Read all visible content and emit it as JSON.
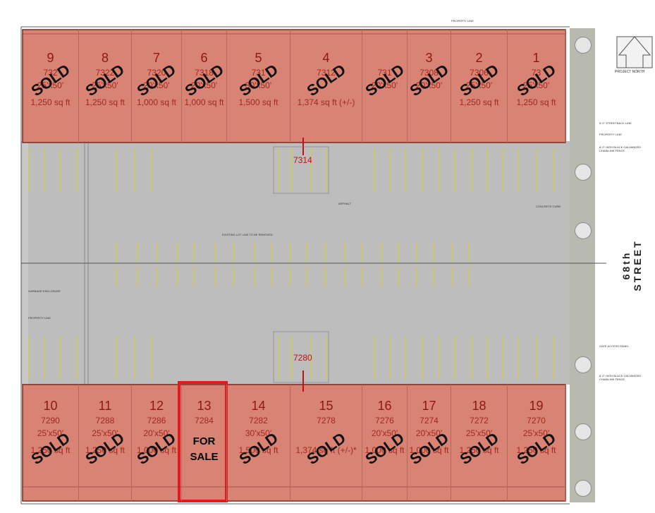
{
  "top_units": [
    {
      "unit": "9",
      "addr": "732",
      "dim": "25'x50'",
      "area": "1,250 sq ft",
      "sold": true
    },
    {
      "unit": "8",
      "addr": "7322",
      "dim": "25'x50'",
      "area": "1,250 sq ft",
      "sold": true
    },
    {
      "unit": "7",
      "addr": "7320",
      "dim": "20'x50'",
      "area": "1,000 sq ft",
      "sold": true
    },
    {
      "unit": "6",
      "addr": "7318",
      "dim": "20'x50'",
      "area": "1,000 sq ft",
      "sold": true
    },
    {
      "unit": "5",
      "addr": "731",
      "dim": "30'x50'",
      "area": "1,500 sq ft",
      "sold": true
    },
    {
      "unit": "4",
      "addr": "7312",
      "dim": "",
      "area": "1,374 sq ft (+/-)",
      "sold": true
    },
    {
      "unit": "",
      "addr": "731",
      "dim": "20'x50'",
      "area": "",
      "sold": true
    },
    {
      "unit": "3",
      "addr": "7308",
      "dim": "20'x50'",
      "area": "",
      "sold": true
    },
    {
      "unit": "2",
      "addr": "7306",
      "dim": "25'x50'",
      "area": "1,250 sq ft",
      "sold": true
    },
    {
      "unit": "1",
      "addr": "73",
      "dim": "25'x50'",
      "area": "1,250 sq ft",
      "sold": true
    }
  ],
  "bottom_units": [
    {
      "unit": "10",
      "addr": "7290",
      "dim": "25'x50'",
      "area": "1,250 sq ft",
      "sold": true
    },
    {
      "unit": "11",
      "addr": "7288",
      "dim": "25'x50'",
      "area": "1,250 sq ft",
      "sold": true
    },
    {
      "unit": "12",
      "addr": "7286",
      "dim": "20'x50'",
      "area": "1,000 sq ft",
      "sold": true
    },
    {
      "unit": "13",
      "addr": "7284",
      "dim": "",
      "area": "",
      "sold": false
    },
    {
      "unit": "14",
      "addr": "7282",
      "dim": "30'x50'",
      "area": "1,500 sq ft",
      "sold": true
    },
    {
      "unit": "15",
      "addr": "7278",
      "dim": "",
      "area": "1,374 sq ft (+/-)*",
      "sold": true
    },
    {
      "unit": "16",
      "addr": "7276",
      "dim": "20'x50'",
      "area": "1,000 sq ft",
      "sold": true
    },
    {
      "unit": "17",
      "addr": "7274",
      "dim": "20'x50'",
      "area": "1,000 sq ft",
      "sold": true
    },
    {
      "unit": "18",
      "addr": "7272",
      "dim": "25'x50'",
      "area": "1,250 sq ft",
      "sold": true
    },
    {
      "unit": "19",
      "addr": "7270",
      "dim": "25'x50'",
      "area": "1,250 sq ft",
      "sold": true
    }
  ],
  "sold_label": "SOLD",
  "for_sale_label": "FOR\nSALE",
  "building_addrs": {
    "top": "7314",
    "bottom": "7280"
  },
  "street": "68th STREET",
  "north_label": "PROJECT NORTH",
  "notes": {
    "property_line_top": "PROPERTY LINE",
    "setback": "5'-0\" STREETBACK LINE",
    "property_line_right": "PROPERTY LINE",
    "fence_right": "8'-0\" HIGH BLACK GALVANIZED CHAINLINK FENCE",
    "concrete_curb": "CONCRETE CURB",
    "gate": "GATE ACCESS PANEL",
    "fence_right2": "8'-0\" HIGH BLACK GALVANIZED CHAINLINK FENCE",
    "asphalt": "ASPHALT",
    "property_line_left": "PROPERTY LINE",
    "garbage": "GARBAGE ENCLOSURE",
    "existing_lot": "EXISTING LOT LINE TO BE REMOVED"
  },
  "colors": {
    "unit_fill": "#d88374",
    "unit_text": "#a02a1c",
    "asphalt": "#bdbdbd",
    "landscape": "#b8bab0",
    "highlight": "#e01b1b",
    "stall_line": "#d6d12a"
  }
}
